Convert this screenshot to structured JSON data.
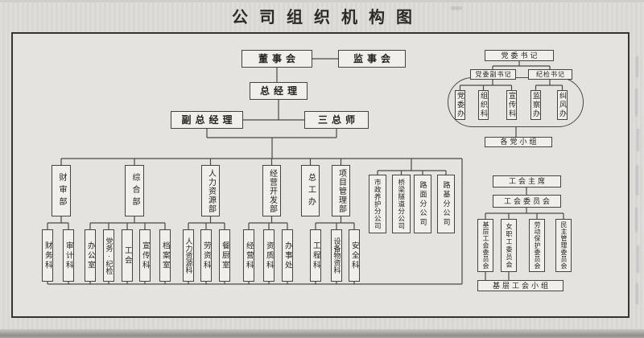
{
  "org": {
    "title": "公司组织机构图",
    "board": "董事会",
    "supervisory_board": "监事会",
    "general_manager": "总经理",
    "deputy_general_manager": "副总经理",
    "three_chiefs": "三总师",
    "departments": [
      {
        "label": "财审部",
        "children": [
          "财务科",
          "审计科"
        ]
      },
      {
        "label": "综合部",
        "children": [
          "办公室",
          "党务·纪检",
          "工会",
          "宣传科",
          "档案室"
        ]
      },
      {
        "label": "人力资源部",
        "children": [
          "人力资源科",
          "劳资科",
          "餐厨室"
        ]
      },
      {
        "label": "经营开发部",
        "children": [
          "经营科",
          "资质科",
          "办事处"
        ]
      },
      {
        "label": "总工办",
        "children": []
      },
      {
        "label": "项目管理部",
        "children": [
          "工程科",
          "设备物资科",
          "安全科"
        ]
      }
    ],
    "subsidiaries": [
      "市政养护分公司",
      "桥梁隧道分公司",
      "路面分公司",
      "路基分公司"
    ],
    "party": {
      "secretary": "党委书记",
      "deputy_secretary": "党委副书记",
      "discipline_secretary": "纪检书记",
      "offices": [
        "党委办",
        "组织科",
        "宣传科",
        "监察办",
        "纠风办"
      ],
      "groups": "各党小组"
    },
    "union": {
      "chairman": "工会主席",
      "committee": "工会委员会",
      "subcommittees": [
        "基层工会委员会",
        "女职工委员会",
        "劳动保护委员会",
        "民主管理委员会"
      ],
      "groups": "基层工会小组"
    },
    "line_color": "#4a4944"
  }
}
